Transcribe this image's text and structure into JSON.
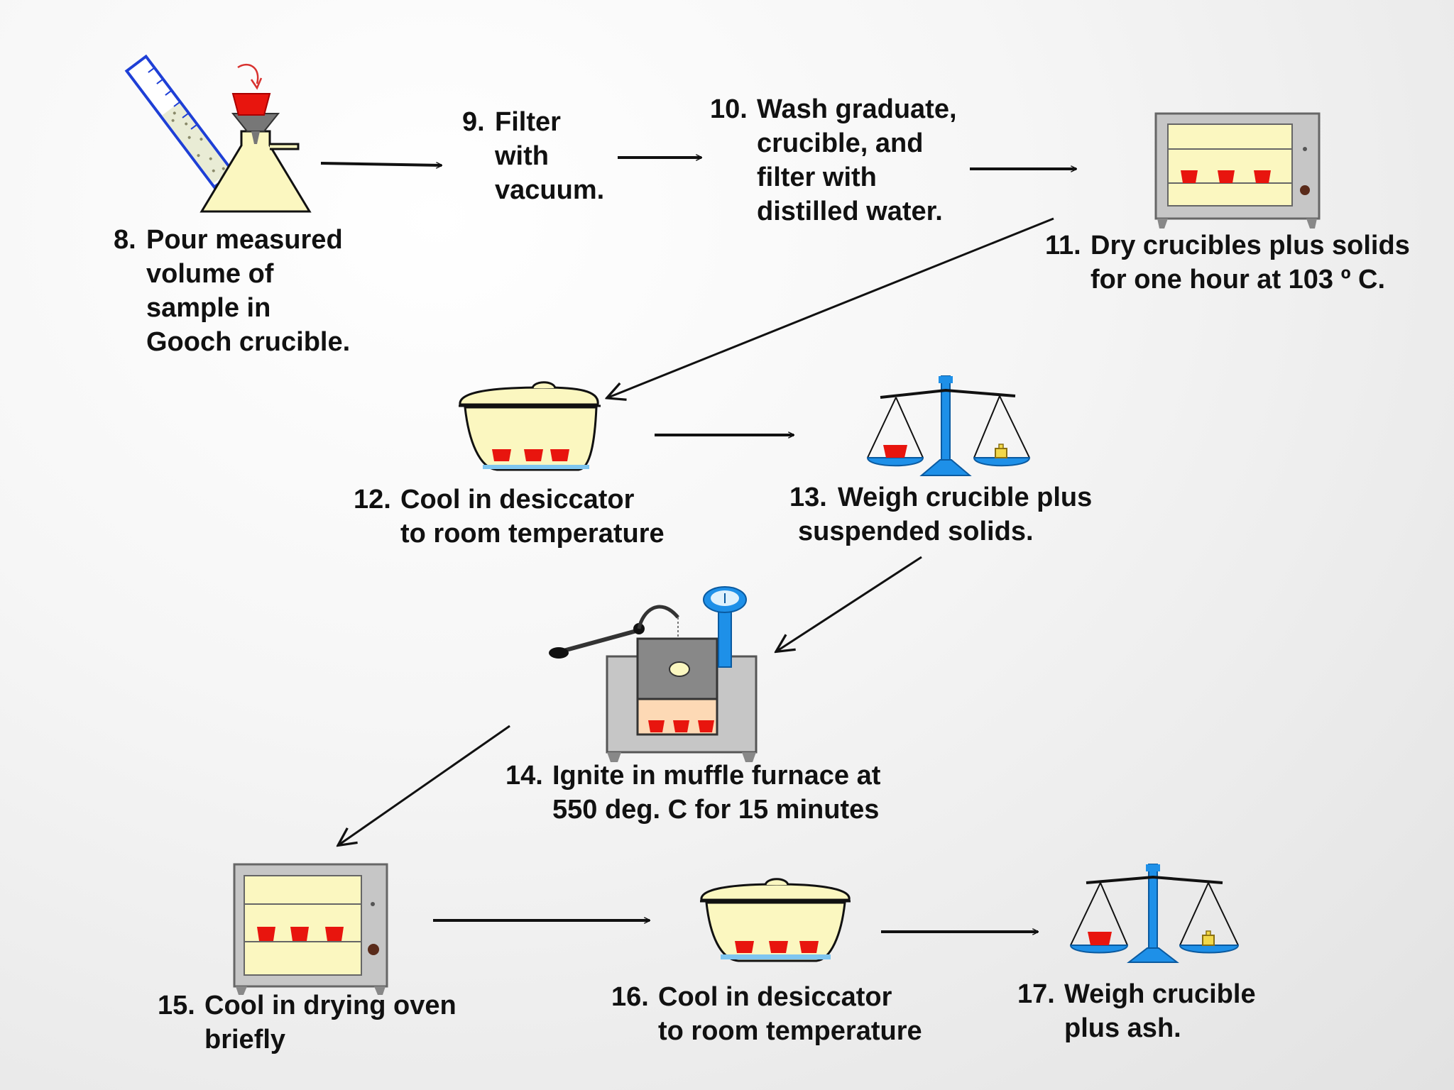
{
  "colors": {
    "background": "#f2f2f2",
    "crucible_red": "#e8150e",
    "flask_fill": "#fbf7c0",
    "equipment_gray": "#c8c8c8",
    "equipment_dark": "#555555",
    "balance_blue": "#1e90e8",
    "furnace_glow": "#fdd9b5",
    "arrow": "#111111"
  },
  "steps": [
    {
      "number": "8.",
      "lines": [
        "Pour measured",
        "volume of",
        "sample in",
        "Gooch crucible."
      ],
      "icon": "filter-flask-icon"
    },
    {
      "number": "9.",
      "lines": [
        "Filter",
        "with",
        "vacuum."
      ],
      "icon": ""
    },
    {
      "number": "10.",
      "lines": [
        "Wash graduate,",
        "crucible, and",
        "filter with",
        "distilled water."
      ],
      "icon": ""
    },
    {
      "number": "11.",
      "lines": [
        "Dry crucibles plus solids",
        "for one hour at 103 º C."
      ],
      "icon": "drying-oven-icon"
    },
    {
      "number": "12.",
      "lines": [
        "Cool in desiccator",
        "to room temperature"
      ],
      "icon": "desiccator-icon"
    },
    {
      "number": "13.",
      "lines": [
        "Weigh crucible plus",
        "suspended solids."
      ],
      "icon": "balance-scale-icon"
    },
    {
      "number": "14.",
      "lines": [
        "Ignite in muffle furnace at",
        "550 deg. C for 15 minutes"
      ],
      "icon": "muffle-furnace-icon"
    },
    {
      "number": "15.",
      "lines": [
        "Cool in drying oven",
        "briefly"
      ],
      "icon": "drying-oven-icon"
    },
    {
      "number": "16.",
      "lines": [
        "Cool in desiccator",
        "to room temperature"
      ],
      "icon": "desiccator-icon"
    },
    {
      "number": "17.",
      "lines": [
        "Weigh crucible",
        "plus ash."
      ],
      "icon": "balance-scale-icon"
    }
  ]
}
